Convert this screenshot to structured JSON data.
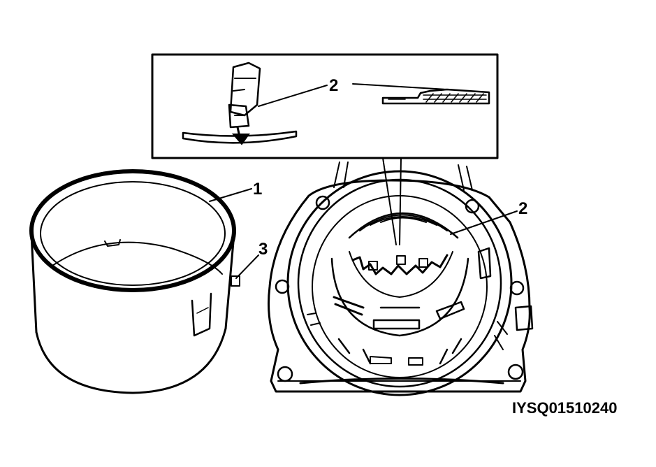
{
  "callouts": {
    "band_number": "1",
    "tab_number": "3",
    "inset_clip_number": "2",
    "housing_clip_number": "2"
  },
  "figure_id": "IYSQ01510240",
  "colors": {
    "ink": "#000000",
    "paper": "#ffffff"
  }
}
